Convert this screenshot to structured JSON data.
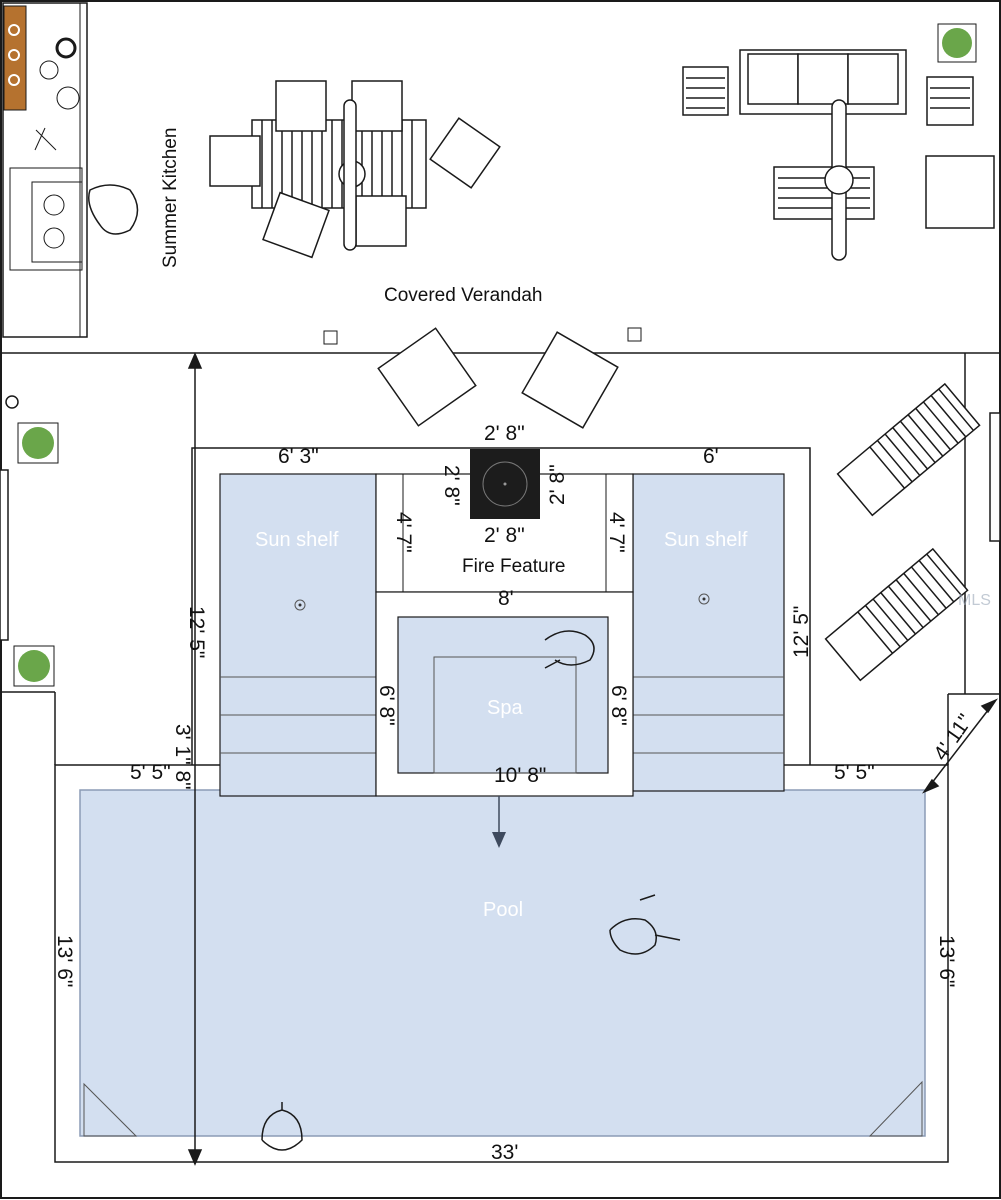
{
  "labels": {
    "summer_kitchen": "Summer Kitchen",
    "covered_verandah": "Covered Verandah",
    "fire_feature": "Fire Feature",
    "sun_shelf_left": "Sun shelf",
    "sun_shelf_right": "Sun shelf",
    "spa": "Spa",
    "pool": "Pool"
  },
  "dimensions": {
    "deck_left_width": "6' 3\"",
    "deck_right_width": "6'",
    "fire_top": "2' 8\"",
    "fire_left": "2' 8\"",
    "fire_right": "2' 8\"",
    "fire_bottom": "2' 8\"",
    "fire_left_depth": "4' 7\"",
    "fire_right_depth": "4' 7\"",
    "spa_top": "8'",
    "spa_left": "6' 8\"",
    "spa_right": "6' 8\"",
    "spa_bottom": "10' 8\"",
    "left_height": "12' 5\"",
    "right_height": "12' 5\"",
    "left_offset": "5' 5\"",
    "left_small": "3' 1\" 8\"",
    "right_offset": "5' 5\"",
    "diag": "4' 11\"",
    "pool_left": "13' 6\"",
    "pool_right": "13' 6\"",
    "pool_bottom": "33'"
  },
  "watermark": "MLS",
  "colors": {
    "water": "#d3dff0",
    "water_edge": "#8b9bb5",
    "line": "#1a1a1a",
    "fire_pit": "#1c1c1c",
    "plant": "#6aa64a",
    "counter": "#b5722f",
    "arrow": "#3e4a5e"
  }
}
